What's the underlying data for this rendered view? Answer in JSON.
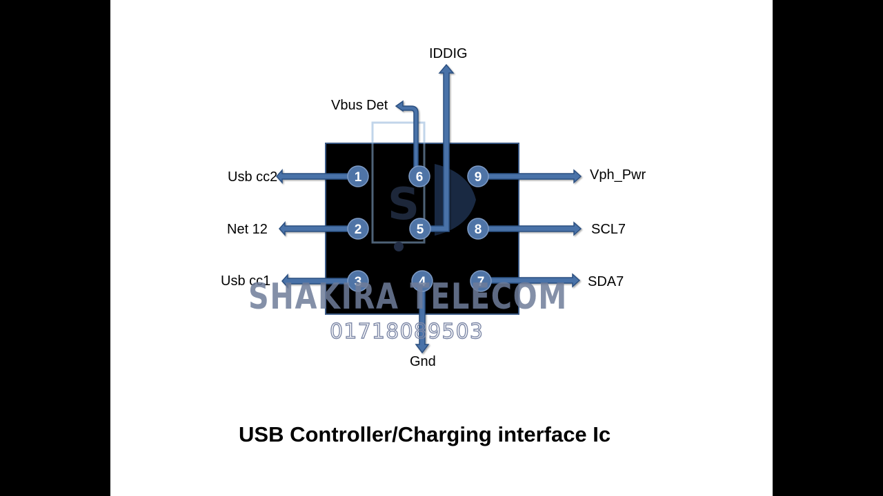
{
  "title": "USB Controller/Charging interface Ic",
  "watermark": {
    "logo_letter": "S",
    "name": "SHAKIRA TELECOM",
    "phone": "01718089503"
  },
  "pins": [
    {
      "number": "1",
      "label": "Usb cc2"
    },
    {
      "number": "2",
      "label": "Net 12"
    },
    {
      "number": "3",
      "label": "Usb cc1"
    },
    {
      "number": "4",
      "label": "Gnd"
    },
    {
      "number": "5",
      "label": "IDDIG"
    },
    {
      "number": "6",
      "label": "Vbus Det"
    },
    {
      "number": "7",
      "label": "SDA7"
    },
    {
      "number": "8",
      "label": "SCL7"
    },
    {
      "number": "9",
      "label": "Vph_Pwr"
    }
  ],
  "colors": {
    "chip": "#000000",
    "chip_border": "#3b5a86",
    "pin_fill": "#4f74a6",
    "arrow_fill": "#4a72a8",
    "arrow_stroke": "#2c4f80"
  }
}
